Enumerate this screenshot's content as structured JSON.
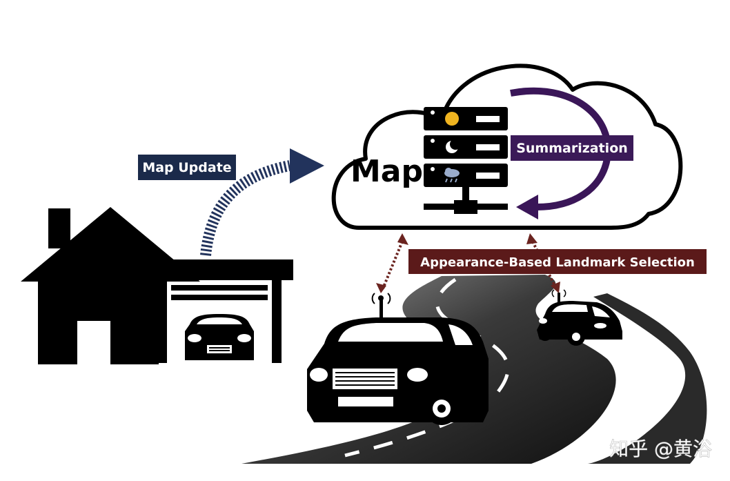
{
  "cloud": {
    "map_label": "Map",
    "servers": [
      {
        "icon": "sun-icon"
      },
      {
        "icon": "moon-icon"
      },
      {
        "icon": "rain-cloud-icon"
      }
    ]
  },
  "labels": {
    "map_update": "Map Update",
    "summarization": "Summarization",
    "landmark_selection": "Appearance-Based Landmark Selection"
  },
  "watermark": "知乎 @黄浴",
  "colors": {
    "map_update_bg": "#1b2a4a",
    "arrow_blue": "#22335c",
    "summarization_bg": "#3b1a58",
    "summarization_arrow": "#3a1658",
    "landmark_bg": "#5b1a1a",
    "landmark_arrow": "#6b2420",
    "silhouette": "#000000"
  }
}
